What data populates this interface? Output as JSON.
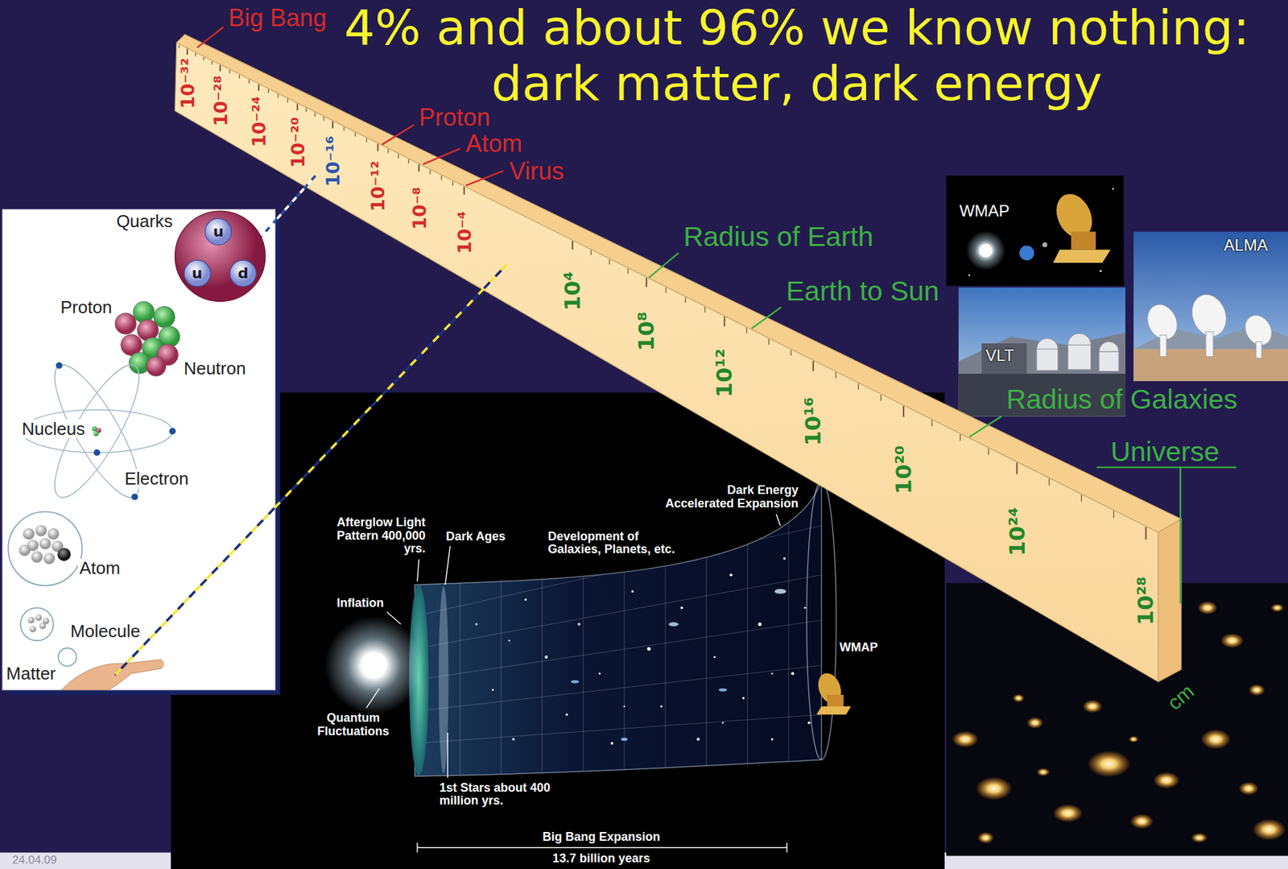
{
  "diagram": {
    "title": "4% and about 96% we know nothing: dark matter, dark energy",
    "nodes": [
      {
        "text": [
          "Quarks",
          "Proton",
          "Neutron",
          "Nucleus",
          "Electron",
          "Atom",
          "Molecule",
          "Matter"
        ]
      },
      {
        "text": [
          "u"
        ],
        "in": 0
      },
      {
        "text": [
          "u"
        ],
        "in": 0
      },
      {
        "text": [
          "d"
        ],
        "in": 0
      },
      {
        "text": [
          "WMAP"
        ]
      },
      {
        "text": [
          "ALMA"
        ]
      },
      {
        "text": [
          "VLT"
        ]
      },
      {
        "text": [
          "Afterglow Light Pattern 400,000 yrs.",
          "Dark Ages",
          "Development of Galaxies, Planets, etc.",
          "Dark Energy Accelerated Expansion",
          "Inflation",
          "Quantum Fluctuations",
          "WMAP",
          "1st Stars about 400 million yrs.",
          "Big Bang Expansion",
          "13.7 billion years"
        ]
      }
    ],
    "labels": [
      "Big Bang",
      "10⁻³²",
      "10⁻²⁸",
      "10⁻²⁴",
      "10⁻²⁰",
      "10⁻¹⁶",
      "10⁻¹²",
      "10⁻⁸",
      "10⁻⁴",
      "Proton",
      "Atom",
      "Virus",
      "10⁴",
      "10⁸",
      "10¹²",
      "10¹⁶",
      "10²⁰",
      "10²⁴",
      "10²⁸",
      "Radius of Earth",
      "Earth to Sun",
      "Radius of Galaxies",
      "Universe",
      "cm",
      "24.04.09"
    ]
  }
}
